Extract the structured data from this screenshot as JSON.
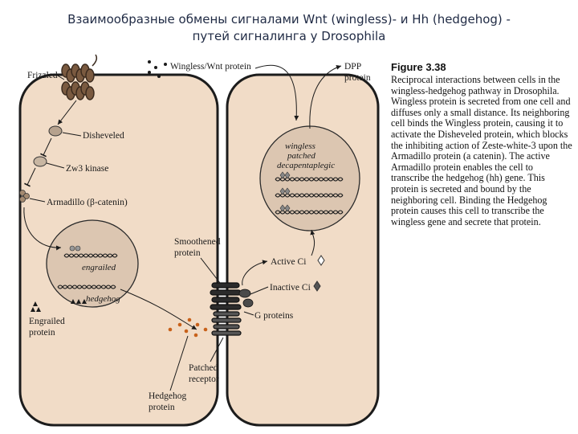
{
  "title": {
    "line1": "Взаимообразные обмены сигналами Wnt (wingless)- и Hh (hedgehog) -",
    "line2": "путей сигналинга  у Drosophila"
  },
  "figure": {
    "number": "Figure 3.38",
    "caption": "Reciprocal interactions between cells in the wingless-hedgehog pathway in Drosophila. Wingless protein is secreted from one cell and diffuses only a small distance. Its neighboring cell binds the Wingless protein, causing it to activate the Disheveled protein, which blocks the inhibiting action of Zeste-white-3 upon the Armadillo protein (a catenin). The active Armadillo protein enables the cell to transcribe the hedgehog (hh) gene. This protein is secreted and bound by the neighboring cell. Binding the Hedgehog protein causes this cell to transcribe the wingless gene and secrete that protein."
  },
  "labels": {
    "frizzled": "Frizzled",
    "wingless_protein": "Wingless/Wnt protein",
    "dpp_protein_1": "DPP",
    "dpp_protein_2": "protein",
    "disheveled": "Disheveled",
    "zw3": "Zw3 kinase",
    "armadillo": "Armadillo (β-catenin)",
    "gene_engrailed": "engrailed",
    "gene_hedgehog": "hedgehog",
    "gene_wingless": "wingless",
    "gene_patched": "patched",
    "gene_dpp": "decapentaplegic",
    "smoothened_1": "Smoothened",
    "smoothened_2": "protein",
    "active_ci": "Active Ci",
    "inactive_ci": "Inactive Ci",
    "g_proteins": "G proteins",
    "engrailed_protein_1": "Engrailed",
    "engrailed_protein_2": "protein",
    "patched_1": "Patched",
    "patched_2": "receptor",
    "hedgehog_protein_1": "Hedgehog",
    "hedgehog_protein_2": "protein"
  },
  "colors": {
    "cell_fill": "#f1dcc7",
    "cell_border": "#1c1c1c",
    "nucleus_fill": "#dcc6b1",
    "title_text": "#1f2a44"
  }
}
